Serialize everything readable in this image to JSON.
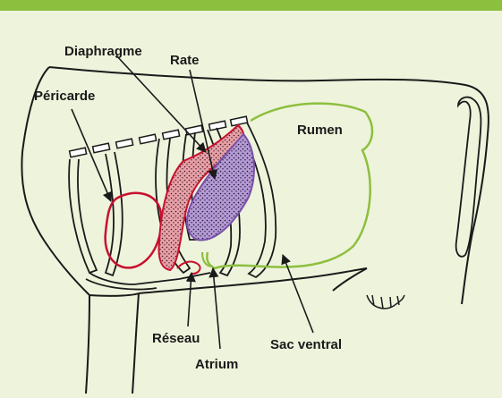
{
  "colors": {
    "background": "#eef3dc",
    "top_band": "#8dbf3f",
    "outline": "#1a1a1a",
    "rumen_green": "#8dbf3f",
    "pericarde_red": "#c8102e",
    "diaphragme_fill": "#e8a0a8",
    "rate_purple": "#7a4fa8",
    "rate_fill": "#b49ad4"
  },
  "labels": {
    "diaphragme": "Diaphragme",
    "rate": "Rate",
    "pericarde": "Péricarde",
    "rumen": "Rumen",
    "reseau": "Réseau",
    "atrium": "Atrium",
    "sac_ventral": "Sac ventral"
  }
}
